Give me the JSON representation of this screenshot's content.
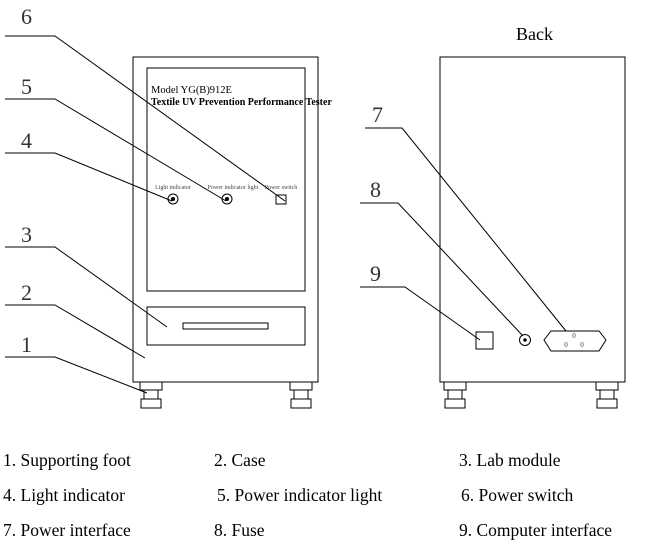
{
  "front_panel": {
    "model": "Model YG(B)912E",
    "title": "Textile UV Prevention Performance Tester",
    "light_indicator": "Light indicator",
    "power_indicator_light": "Power indicator light",
    "power_switch": "Power switch"
  },
  "back_label": "Back",
  "callouts": [
    "1",
    "2",
    "3",
    "4",
    "5",
    "6",
    "7",
    "8",
    "9"
  ],
  "socket_marks": {
    "top": "0",
    "left": "0",
    "right": "0"
  },
  "legend": [
    "1. Supporting foot",
    "2. Case",
    "3. Lab module",
    "4. Light indicator",
    "5. Power indicator light",
    "6. Power switch",
    "7. Power interface",
    "8. Fuse",
    "9. Computer interface"
  ]
}
